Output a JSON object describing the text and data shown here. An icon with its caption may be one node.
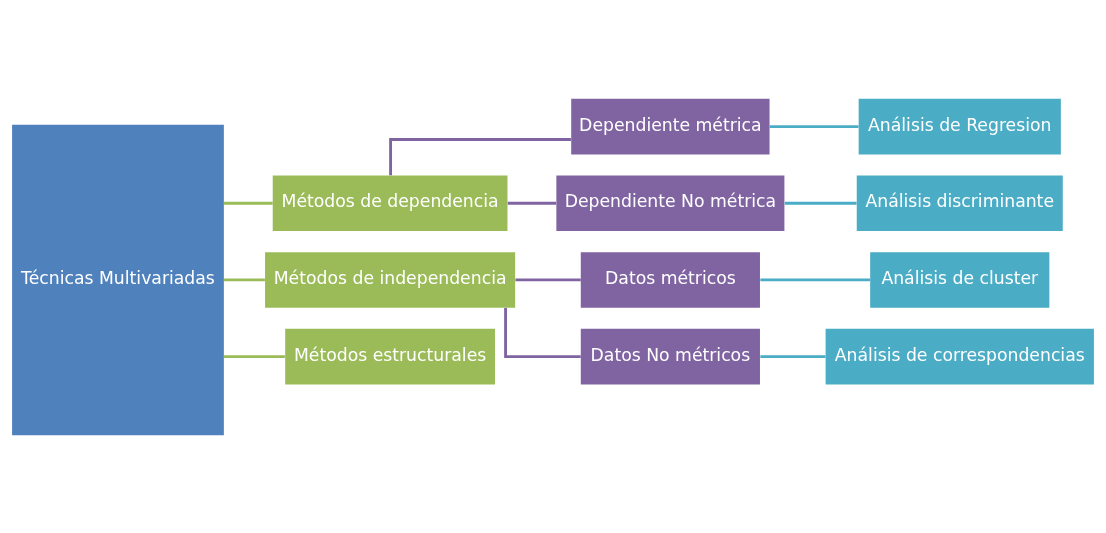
{
  "diagram": {
    "nodes": [
      {
        "text": [
          "Técnicas Multivariadas"
        ]
      },
      {
        "text": [
          "Métodos de dependencia"
        ]
      },
      {
        "text": [
          "Métodos de independencia"
        ]
      },
      {
        "text": [
          "Métodos estructurales"
        ]
      },
      {
        "text": [
          "Dependiente métrica"
        ]
      },
      {
        "text": [
          "Dependiente No métrica"
        ]
      },
      {
        "text": [
          "Datos métricos"
        ]
      },
      {
        "text": [
          "Datos No métricos"
        ]
      },
      {
        "text": [
          "Análisis de Regresion"
        ]
      },
      {
        "text": [
          "Análisis discriminante"
        ]
      },
      {
        "text": [
          "Análisis de cluster"
        ]
      },
      {
        "text": [
          "Análisis de correspondencias"
        ]
      }
    ],
    "edges": [
      {
        "from": 0,
        "to": 1,
        "arrow": "none",
        "color": "#9bbb59"
      },
      {
        "from": 0,
        "to": 2,
        "arrow": "none",
        "color": "#9bbb59"
      },
      {
        "from": 0,
        "to": 3,
        "arrow": "none",
        "color": "#9bbb59"
      },
      {
        "from": 1,
        "to": 4,
        "arrow": "none",
        "color": "#8064a2"
      },
      {
        "from": 1,
        "to": 5,
        "arrow": "none",
        "color": "#8064a2"
      },
      {
        "from": 2,
        "to": 6,
        "arrow": "none",
        "color": "#8064a2"
      },
      {
        "from": 2,
        "to": 7,
        "arrow": "none",
        "color": "#8064a2"
      },
      {
        "from": 4,
        "to": 8,
        "arrow": "none",
        "color": "#4bacc6"
      },
      {
        "from": 5,
        "to": 9,
        "arrow": "none",
        "color": "#4bacc6"
      },
      {
        "from": 6,
        "to": 10,
        "arrow": "none",
        "color": "#4bacc6"
      },
      {
        "from": 7,
        "to": 11,
        "arrow": "none",
        "color": "#4bacc6"
      }
    ]
  }
}
